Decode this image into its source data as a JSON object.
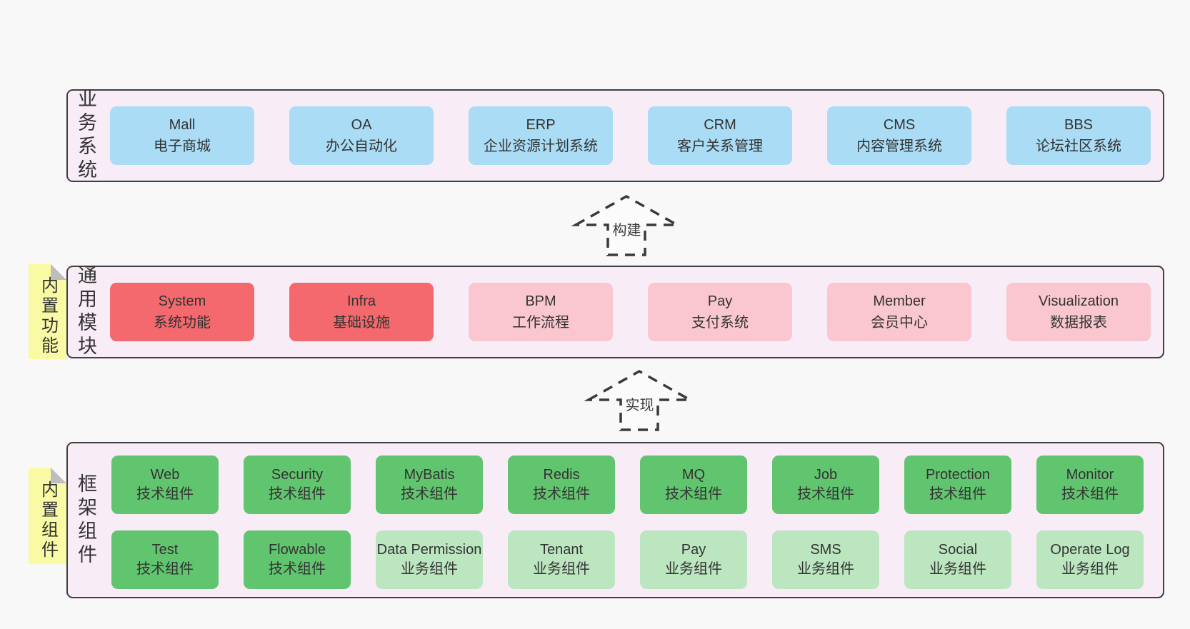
{
  "colors": {
    "background": "#f8f8f8",
    "container_fill": "#f8edf7",
    "container_border": "#3f3f3f",
    "blue_box": "#aadcf5",
    "red_box": "#f3696e",
    "pink_box": "#fac7d0",
    "green_dark_box": "#61c46e",
    "green_light_box": "#bce6c0",
    "sticky_yellow": "#fafaa4",
    "sticky_fold_gray": "#bdbdbd",
    "text": "#333333"
  },
  "arrows": [
    {
      "label": "构建"
    },
    {
      "label": "实现"
    }
  ],
  "layers": [
    {
      "label": "业务系统",
      "boxes": [
        {
          "name": "Mall",
          "desc": "电子商城",
          "variant": "blue"
        },
        {
          "name": "OA",
          "desc": "办公自动化",
          "variant": "blue"
        },
        {
          "name": "ERP",
          "desc": "企业资源计划系统",
          "variant": "blue"
        },
        {
          "name": "CRM",
          "desc": "客户关系管理",
          "variant": "blue"
        },
        {
          "name": "CMS",
          "desc": "内容管理系统",
          "variant": "blue"
        },
        {
          "name": "BBS",
          "desc": "论坛社区系统",
          "variant": "blue"
        }
      ]
    },
    {
      "label": "通用模块",
      "sticky": "内置功能",
      "boxes": [
        {
          "name": "System",
          "desc": "系统功能",
          "variant": "red"
        },
        {
          "name": "Infra",
          "desc": "基础设施",
          "variant": "red"
        },
        {
          "name": "BPM",
          "desc": "工作流程",
          "variant": "pink"
        },
        {
          "name": "Pay",
          "desc": "支付系统",
          "variant": "pink"
        },
        {
          "name": "Member",
          "desc": "会员中心",
          "variant": "pink"
        },
        {
          "name": "Visualization",
          "desc": "数据报表",
          "variant": "pink"
        }
      ]
    },
    {
      "label": "框架组件",
      "sticky": "内置组件",
      "boxes": [
        {
          "name": "Web",
          "desc": "技术组件",
          "variant": "green-dark"
        },
        {
          "name": "Security",
          "desc": "技术组件",
          "variant": "green-dark"
        },
        {
          "name": "MyBatis",
          "desc": "技术组件",
          "variant": "green-dark"
        },
        {
          "name": "Redis",
          "desc": "技术组件",
          "variant": "green-dark"
        },
        {
          "name": "MQ",
          "desc": "技术组件",
          "variant": "green-dark"
        },
        {
          "name": "Job",
          "desc": "技术组件",
          "variant": "green-dark"
        },
        {
          "name": "Protection",
          "desc": "技术组件",
          "variant": "green-dark"
        },
        {
          "name": "Monitor",
          "desc": "技术组件",
          "variant": "green-dark"
        },
        {
          "name": "Test",
          "desc": "技术组件",
          "variant": "green-dark"
        },
        {
          "name": "Flowable",
          "desc": "技术组件",
          "variant": "green-dark"
        },
        {
          "name": "Data Permission",
          "desc": "业务组件",
          "variant": "green-light"
        },
        {
          "name": "Tenant",
          "desc": "业务组件",
          "variant": "green-light"
        },
        {
          "name": "Pay",
          "desc": "业务组件",
          "variant": "green-light"
        },
        {
          "name": "SMS",
          "desc": "业务组件",
          "variant": "green-light"
        },
        {
          "name": "Social",
          "desc": "业务组件",
          "variant": "green-light"
        },
        {
          "name": "Operate Log",
          "desc": "业务组件",
          "variant": "green-light"
        }
      ]
    }
  ]
}
